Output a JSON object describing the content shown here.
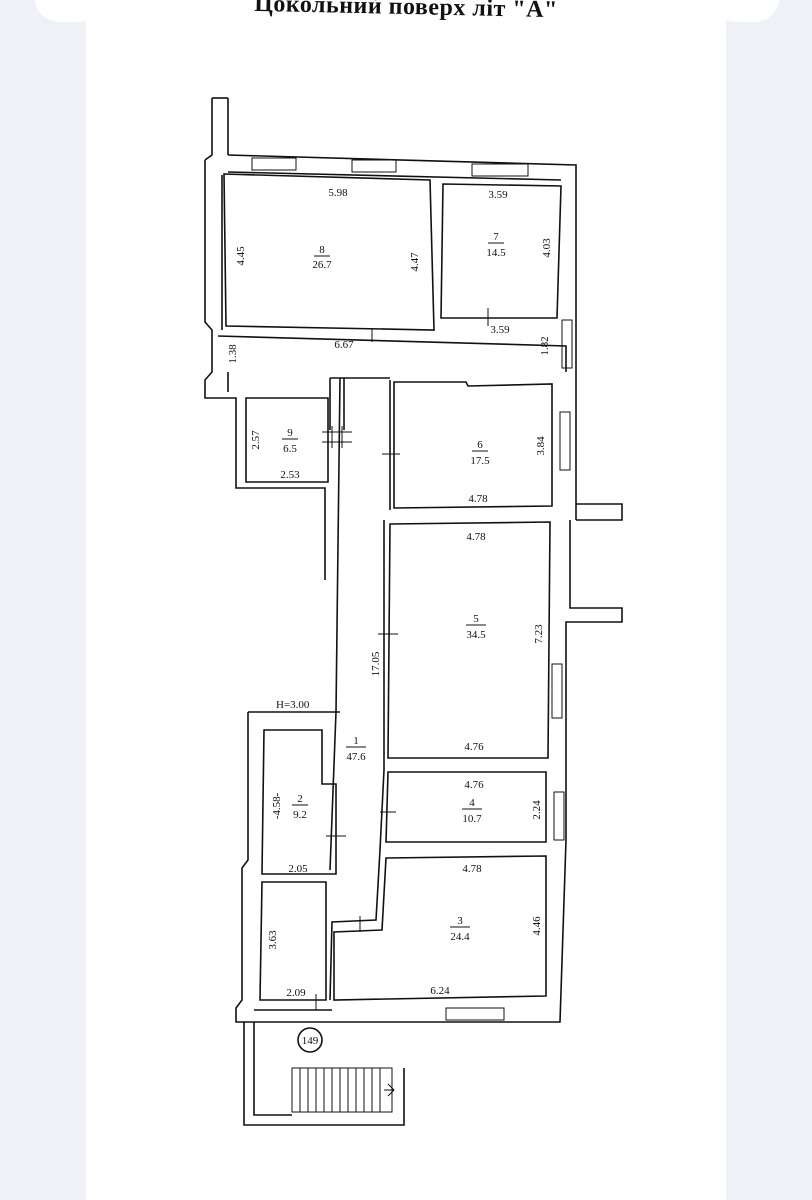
{
  "plan": {
    "title": "Цокольний поверх  літ \"А\"",
    "height_note": "H=3.00",
    "stair_no": "149",
    "rooms": [
      {
        "no": "1",
        "area": "47.6"
      },
      {
        "no": "2",
        "area": "9.2"
      },
      {
        "no": "3",
        "area": "24.4"
      },
      {
        "no": "4",
        "area": "10.7"
      },
      {
        "no": "5",
        "area": "34.5"
      },
      {
        "no": "6",
        "area": "17.5"
      },
      {
        "no": "7",
        "area": "14.5"
      },
      {
        "no": "8",
        "area": "26.7"
      },
      {
        "no": "9",
        "area": "6.5"
      }
    ],
    "dims": {
      "r8_top": "5.98",
      "r8_left": "4.45",
      "r8_right": "4.47",
      "r7_top": "3.59",
      "r7_right": "4.03",
      "r7_bottom": "3.59",
      "corr_top_len": "6.67",
      "corr_left": "1.38",
      "corr_right": "1.82",
      "r9_left": "2.57",
      "r9_bottom": "2.53",
      "r6_right": "3.84",
      "r6_bottom": "4.78",
      "r5_top": "4.78",
      "r5_right": "7.23",
      "r5_bottom": "4.76",
      "r1_len": "17.05",
      "r4_top": "4.76",
      "r4_right": "2.24",
      "r2_left": "-4.58-",
      "r2_bottom": "2.05",
      "r3_top": "4.78",
      "r3_right": "4.46",
      "r3_bottom": "6.24",
      "lower_left": "3.63",
      "lower_bottom": "2.09"
    }
  }
}
